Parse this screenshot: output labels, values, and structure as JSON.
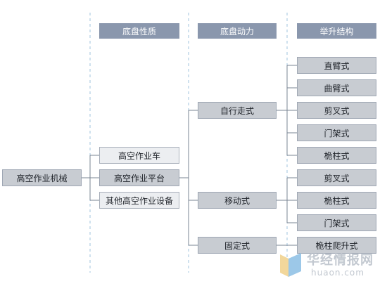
{
  "headers": {
    "col1": "底盘性质",
    "col2": "底盘动力",
    "col3": "举升结构"
  },
  "root": "高空作业机械",
  "chassis": [
    "高空作业车",
    "高空作业平台",
    "其他高空作业设备"
  ],
  "power": [
    "自行走式",
    "移动式",
    "固定式"
  ],
  "lift": {
    "self_propelled": [
      "直臂式",
      "曲臂式",
      "剪叉式",
      "门架式",
      "桅柱式"
    ],
    "mobile": [
      "剪叉式",
      "桅柱式",
      "门架式"
    ],
    "fixed": [
      "桅柱爬升式"
    ]
  },
  "watermark": {
    "name": "华经情报网",
    "url": "huaon.com"
  },
  "colors": {
    "header": "#8a97ad",
    "node_fill": "#c8ccd2",
    "light_fill": "#eceef1",
    "line": "#7a8493",
    "dashed": "#9fc3de"
  }
}
